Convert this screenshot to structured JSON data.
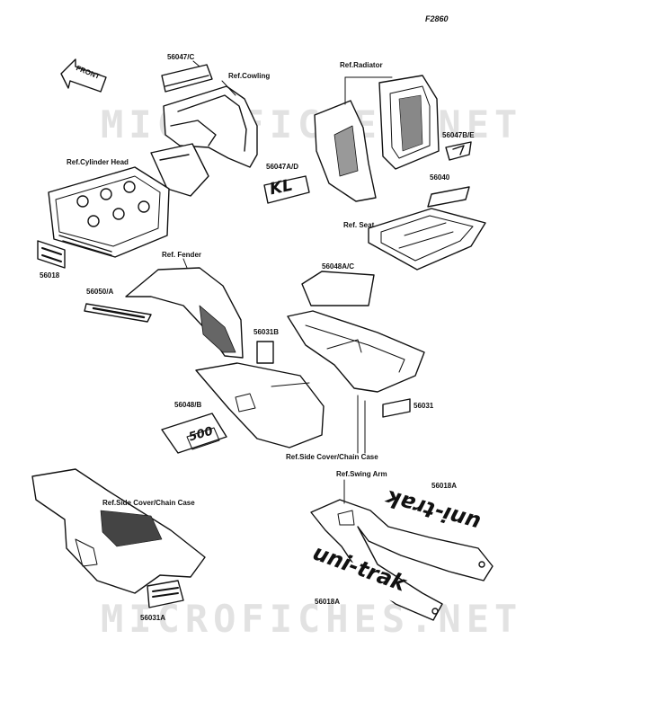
{
  "figure_code": "F2860",
  "watermark": "MICROFICHES.NET",
  "front_marker": "FRONT",
  "labels": {
    "p56047c": "56047/C",
    "cowling": "Ref.Cowling",
    "radiator": "Ref.Radiator",
    "p56047be": "56047B/E",
    "cylinder_head": "Ref.Cylinder Head",
    "p56047ad": "56047A/D",
    "p56040": "56040",
    "seat": "Ref. Seat",
    "p56018": "56018",
    "fender": "Ref. Fender",
    "p56048ac": "56048A/C",
    "p56050a": "56050/A",
    "p56031b": "56031B",
    "p56031": "56031",
    "p56048b": "56048/B",
    "side_cover_1": "Ref.Side Cover/Chain Case",
    "swing_arm": "Ref.Swing Arm",
    "p56018a_top": "56018A",
    "side_cover_2": "Ref.Side Cover/Chain Case",
    "p56031a": "56031A",
    "p56018a_bottom": "56018A"
  },
  "decals": {
    "kl": "KL",
    "engine_size": "500",
    "unitrak_1": "uni-trak",
    "unitrak_2": "uni-trak"
  }
}
